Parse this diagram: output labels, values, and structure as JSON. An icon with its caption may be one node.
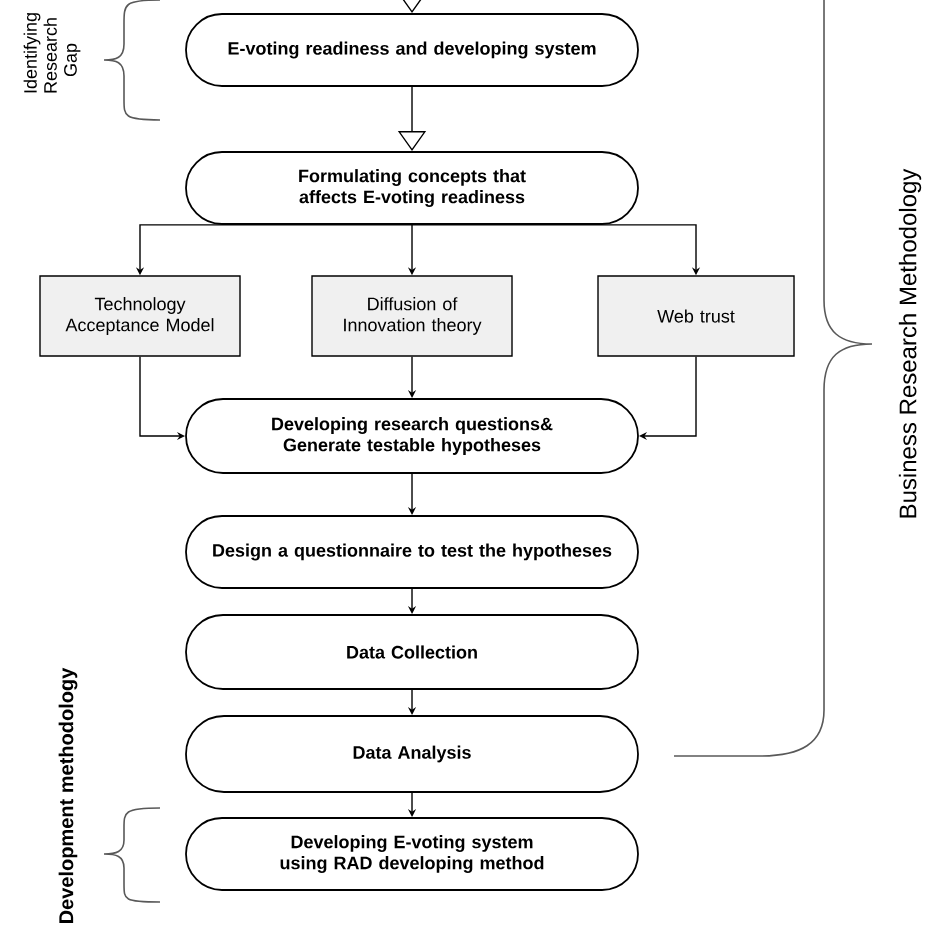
{
  "diagram": {
    "nodes": [
      {
        "text": [
          "E-voting readiness and developing system"
        ]
      },
      {
        "text": [
          "Formulating concepts that affects E-voting readiness"
        ]
      },
      {
        "text": [
          "Technology Acceptance Model"
        ]
      },
      {
        "text": [
          "Diffusion of Innovation theory"
        ]
      },
      {
        "text": [
          "Web trust"
        ]
      },
      {
        "text": [
          "Developing research questions& Generate testable hypotheses"
        ]
      },
      {
        "text": [
          "Design a questionnaire to test the hypotheses"
        ]
      },
      {
        "text": [
          "Data Collection"
        ]
      },
      {
        "text": [
          "Data Analysis"
        ]
      },
      {
        "text": [
          "Developing E-voting system using RAD developing method"
        ]
      }
    ],
    "edges": [
      {
        "from": null,
        "to": 0,
        "arrow": "to"
      },
      {
        "from": 0,
        "to": 1,
        "arrow": "to"
      },
      {
        "from": 1,
        "to": 2,
        "arrow": "to"
      },
      {
        "from": 1,
        "to": 3,
        "arrow": "to"
      },
      {
        "from": 1,
        "to": 4,
        "arrow": "to"
      },
      {
        "from": 2,
        "to": 5,
        "arrow": "to"
      },
      {
        "from": 3,
        "to": 5,
        "arrow": "to"
      },
      {
        "from": 4,
        "to": 5,
        "arrow": "to"
      },
      {
        "from": 5,
        "to": 6,
        "arrow": "to"
      },
      {
        "from": 6,
        "to": 7,
        "arrow": "to"
      },
      {
        "from": 7,
        "to": 8,
        "arrow": "to"
      },
      {
        "from": 8,
        "to": 9,
        "arrow": "to"
      }
    ],
    "labels": [
      "Identifying Research Gap",
      "Business Research Methodology",
      "Development methodology"
    ]
  }
}
